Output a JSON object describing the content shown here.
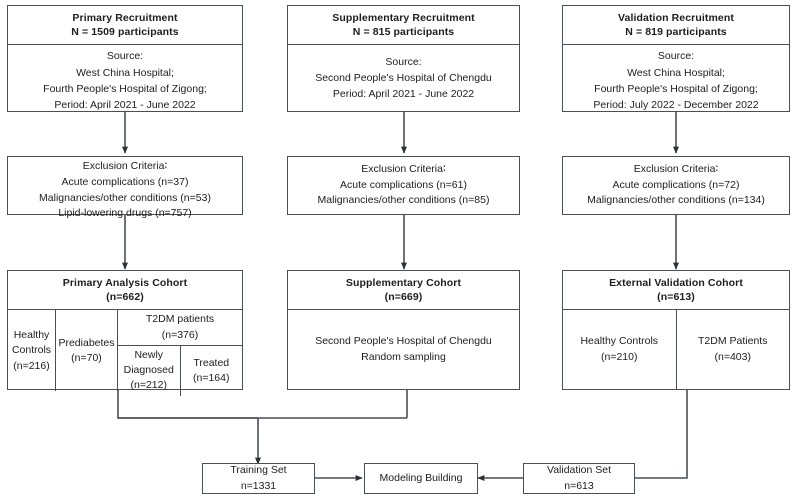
{
  "diagram": {
    "title": "Study participant flow diagram",
    "line_color": "#4a4f55"
  },
  "recruitment": [
    {
      "title_line1": "Primary Recruitment",
      "title_line2": "N = 1509 participants",
      "source_label": "Source:",
      "source_lines": [
        "West China Hospital;",
        "Fourth People's Hospital of Zigong;",
        "Period: April 2021 - June 2022"
      ]
    },
    {
      "title_line1": "Supplementary Recruitment",
      "title_line2": "N = 815 participants",
      "source_label": "Source:",
      "source_lines": [
        "Second People's Hospital of Chengdu",
        "Period: April 2021 - June 2022"
      ]
    },
    {
      "title_line1": "Validation Recruitment",
      "title_line2": "N = 819 participants",
      "source_label": "Source:",
      "source_lines": [
        "West China Hospital;",
        "Fourth People's Hospital of Zigong;",
        "Period: July 2022 - December 2022"
      ]
    }
  ],
  "exclusions": [
    {
      "heading": "Exclusion Criteria∶",
      "items": [
        "Acute complications (n=37)",
        "Malignancies/other conditions (n=53)",
        "Lipid-lowering drugs (n=757)"
      ]
    },
    {
      "heading": "Exclusion Criteria∶",
      "items": [
        "Acute complications (n=61)",
        "Malignancies/other conditions (n=85)"
      ]
    },
    {
      "heading": "Exclusion Criteria∶",
      "items": [
        "Acute complications (n=72)",
        "Malignancies/other conditions (n=134)"
      ]
    }
  ],
  "cohorts": {
    "primary": {
      "title": "Primary Analysis Cohort",
      "count": "(n=662)",
      "healthy_controls": {
        "label": "Healthy\nControls",
        "count": "(n=216)"
      },
      "prediabetes": {
        "label": "Prediabetes",
        "count": "(n=70)"
      },
      "t2dm": {
        "label": "T2DM patients",
        "count": "(n=376)"
      },
      "newly_diagnosed": {
        "label": "Newly\nDiagnosed",
        "count": "(n=212)"
      },
      "treated": {
        "label": "Treated",
        "count": "(n=164)"
      }
    },
    "supplementary": {
      "title": "Supplementary Cohort",
      "count": "(n=669)",
      "body_lines": [
        "Second People's Hospital of Chengdu",
        "Random sampling"
      ]
    },
    "validation": {
      "title": "External Validation Cohort",
      "count": "(n=613)",
      "healthy_controls": {
        "label": "Healthy Controls",
        "count": "(n=210)"
      },
      "t2dm": {
        "label": "T2DM Patients",
        "count": "(n=403)"
      }
    }
  },
  "bottom": {
    "training_set": {
      "label": "Training Set",
      "count": "n=1331"
    },
    "modeling": {
      "label": "Modeling Building"
    },
    "validation_set": {
      "label": "Validation Set",
      "count": "n=613"
    }
  }
}
